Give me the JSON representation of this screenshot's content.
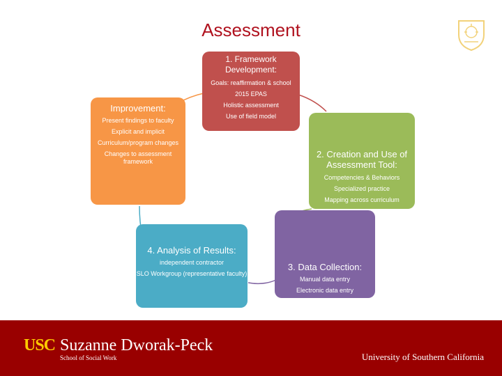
{
  "title": "Assessment",
  "colors": {
    "title": "#b0121f",
    "box1": "#c0504d",
    "box2": "#9bbb59",
    "box3": "#8064a2",
    "box4": "#4bacc6",
    "box5": "#f79646",
    "footer": "#990000",
    "usc_gold": "#ffcc00"
  },
  "logo_icon": "usc-seal-icon",
  "steps": [
    {
      "heading": "1. Framework Development:",
      "items": [
        "Goals: reaffirmation & school",
        "2015 EPAS",
        "Holistic assessment",
        "Use of field model"
      ]
    },
    {
      "heading": "2. Creation and Use of Assessment Tool:",
      "items": [
        "Competencies & Behaviors",
        "Specialized practice",
        "Mapping across curriculum"
      ]
    },
    {
      "heading": "3. Data Collection:",
      "items": [
        "Manual data entry",
        "Electronic data entry"
      ]
    },
    {
      "heading": "4. Analysis of Results:",
      "items": [
        "independent contractor",
        "SLO Workgroup (representative faculty)"
      ]
    },
    {
      "heading": "Improvement:",
      "items": [
        "Present findings to faculty",
        "Explicit and implicit",
        "Curriculum/program changes",
        "Changes to assessment framework"
      ]
    }
  ],
  "footer": {
    "usc": "USC",
    "school": "Suzanne Dworak-Peck",
    "subtitle": "School of Social Work",
    "university": "University of Southern California"
  }
}
